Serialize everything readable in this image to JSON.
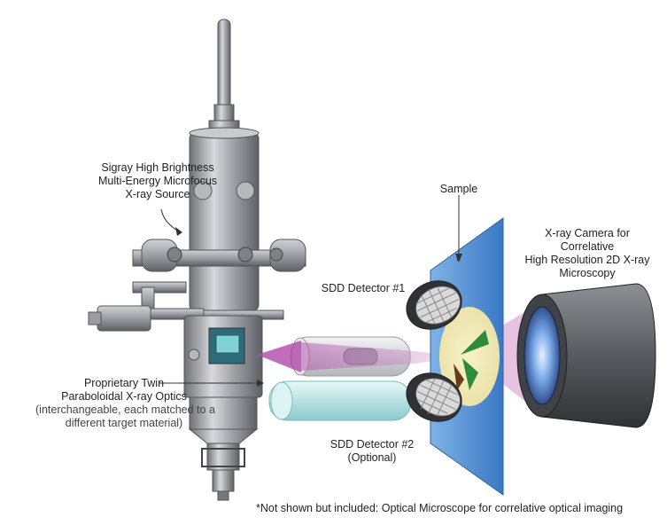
{
  "labels": {
    "source": [
      "Sigray High Brightness",
      "Multi-Energy Microfocus",
      "X-ray Source"
    ],
    "optics": [
      "Proprietary Twin",
      "Paraboloidal X-ray Optics",
      "(interchangeable, each matched to a",
      "different target material)"
    ],
    "sample": "Sample",
    "camera": [
      "X-ray Camera for",
      "Correlative",
      "High Resolution 2D X-ray",
      "Microscopy"
    ],
    "sdd1": "SDD Detector #1",
    "sdd2": [
      "SDD Detector #2",
      "(Optional)"
    ],
    "footnote": "*Not shown but included: Optical Microscope for correlative optical imaging"
  },
  "colors": {
    "metal": "#8e9196",
    "beam": "#b04aa8",
    "screen": "#4f8fd6",
    "optic_tube": "#bfe8e8",
    "detector_face": "#d9d9d9"
  }
}
